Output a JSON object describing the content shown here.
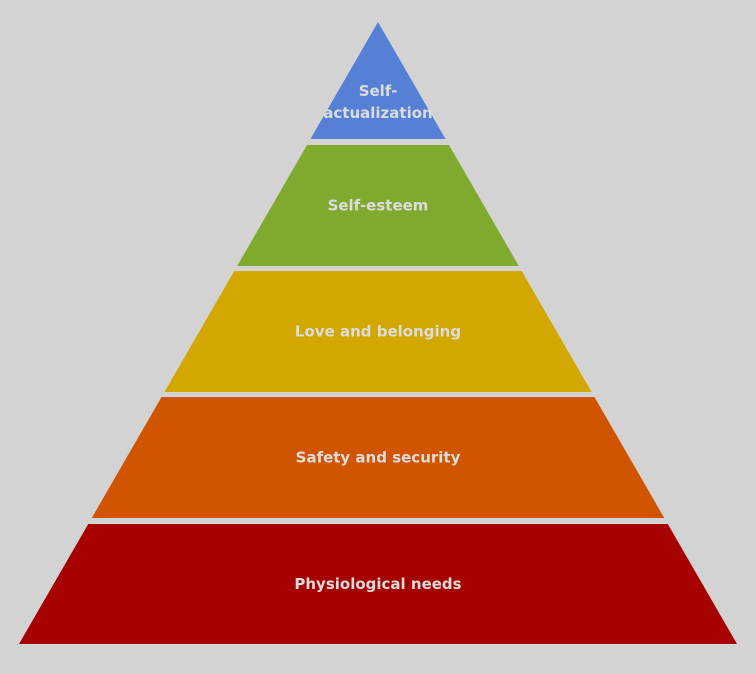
{
  "diagram": {
    "type": "pyramid",
    "levels": [
      {
        "label_lines": [
          "Self-",
          "actualization"
        ],
        "color": "#5580d6"
      },
      {
        "label_lines": [
          "Self-esteem"
        ],
        "color": "#7faa2e"
      },
      {
        "label_lines": [
          "Love and belonging"
        ],
        "color": "#d2a700"
      },
      {
        "label_lines": [
          "Safety and security"
        ],
        "color": "#d15500"
      },
      {
        "label_lines": [
          "Physiological needs"
        ],
        "color": "#a60000"
      }
    ]
  }
}
